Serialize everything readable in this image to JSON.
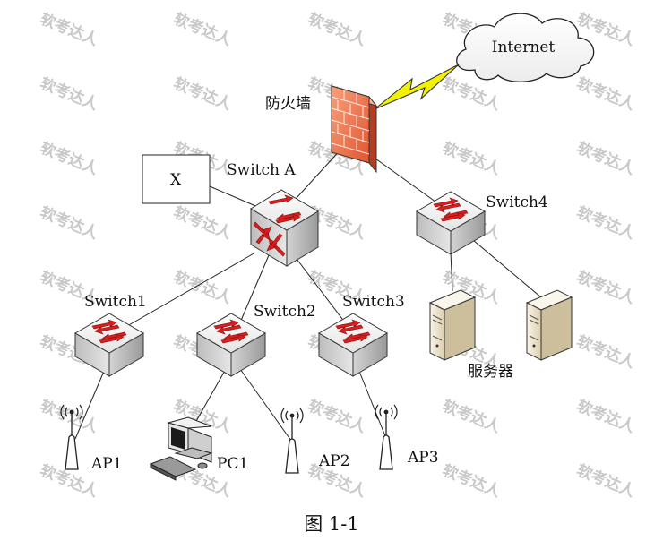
{
  "figure": {
    "caption": "图 1-1",
    "watermark": "软考达人"
  },
  "nodes": {
    "internet": {
      "label": "Internet"
    },
    "firewall": {
      "label": "防火墙"
    },
    "switch_a": {
      "label": "Switch A"
    },
    "box_x": {
      "label": "X"
    },
    "switch4": {
      "label": "Switch4"
    },
    "switch1": {
      "label": "Switch1"
    },
    "switch2": {
      "label": "Switch2"
    },
    "switch3": {
      "label": "Switch3"
    },
    "servers": {
      "label": "服务器"
    },
    "ap1": {
      "label": "AP1"
    },
    "pc1": {
      "label": "PC1"
    },
    "ap2": {
      "label": "AP2"
    },
    "ap3": {
      "label": "AP3"
    }
  },
  "colors": {
    "switch_face": "#f2f2f2",
    "arrow": "#d81e1e",
    "firewall_brick": "#f07050",
    "bolt": "#f2f200",
    "server_body": "#f3ead8"
  }
}
